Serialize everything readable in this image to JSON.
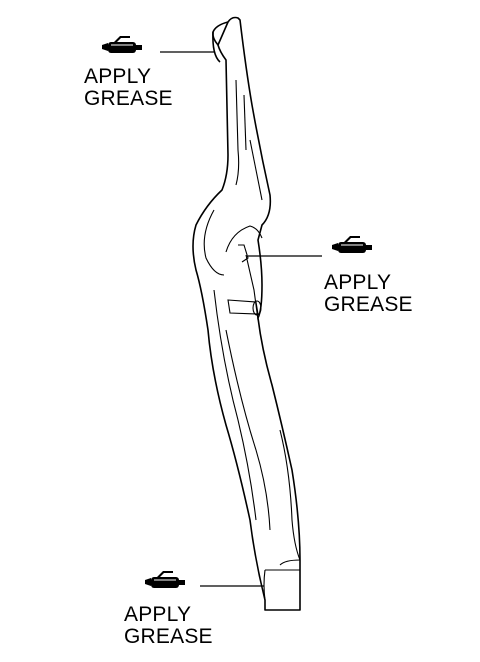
{
  "callouts": {
    "top": {
      "line1": "APPLY",
      "line2": "GREASE",
      "icon": "grease-gun-icon"
    },
    "middle": {
      "line1": "APPLY",
      "line2": "GREASE",
      "icon": "grease-gun-icon"
    },
    "bottom": {
      "line1": "APPLY",
      "line2": "GREASE",
      "icon": "grease-gun-icon"
    }
  },
  "colors": {
    "ink": "#000000",
    "paper": "#ffffff"
  }
}
